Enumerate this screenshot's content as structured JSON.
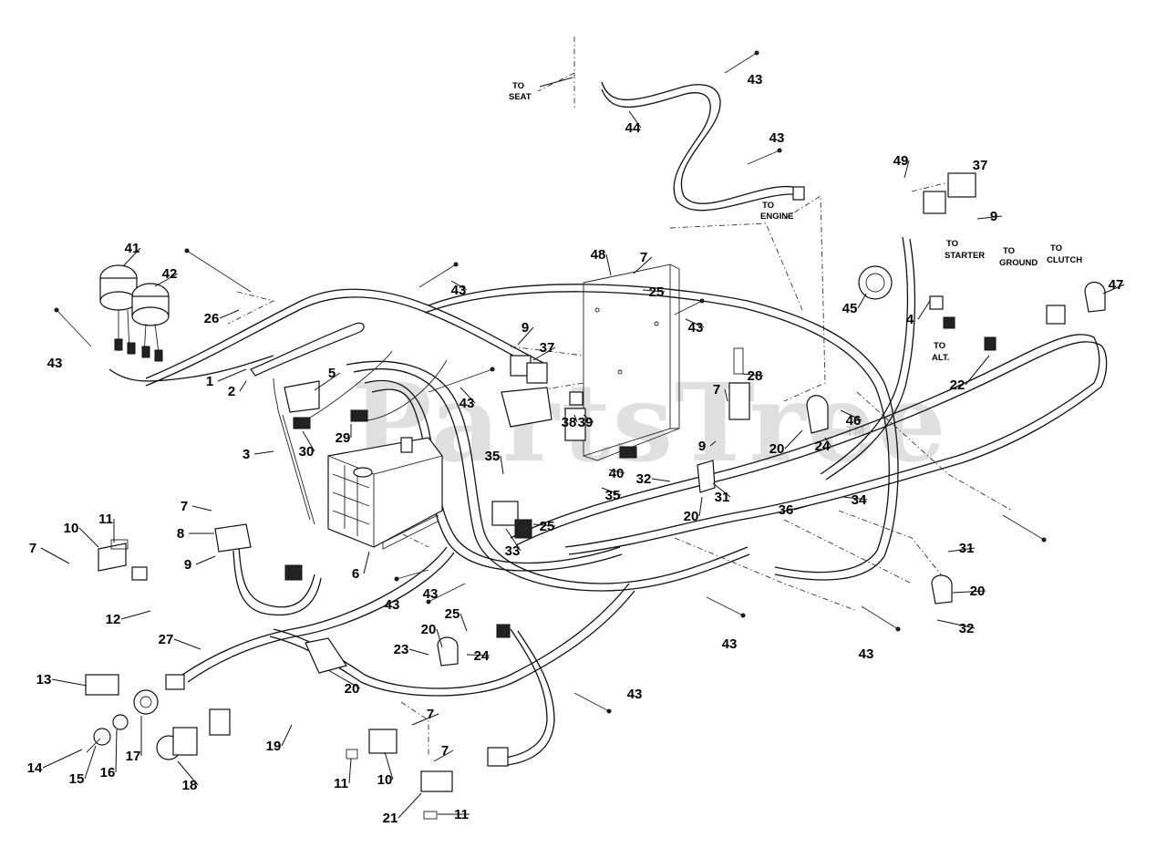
{
  "watermark": {
    "text": "PartsTree",
    "mark": "TM"
  },
  "callouts": {
    "to_seat": [
      "TO",
      "SEAT"
    ],
    "to_engine": [
      "TO",
      "ENGINE"
    ],
    "to_starter": [
      "TO",
      "STARTER"
    ],
    "to_ground": [
      "TO",
      "GROUND"
    ],
    "to_clutch": [
      "TO",
      "CLUTCH"
    ],
    "to_alt": [
      "TO",
      "ALT."
    ]
  },
  "part_labels": [
    {
      "id": "p43a",
      "text": "43"
    },
    {
      "id": "p44",
      "text": "44"
    },
    {
      "id": "p43b",
      "text": "43"
    },
    {
      "id": "p49",
      "text": "49"
    },
    {
      "id": "p37a",
      "text": "37"
    },
    {
      "id": "p9a",
      "text": "9"
    },
    {
      "id": "p41",
      "text": "41"
    },
    {
      "id": "p42",
      "text": "42"
    },
    {
      "id": "p26",
      "text": "26"
    },
    {
      "id": "p43c",
      "text": "43"
    },
    {
      "id": "p48",
      "text": "48"
    },
    {
      "id": "p7a",
      "text": "7"
    },
    {
      "id": "p25a",
      "text": "25"
    },
    {
      "id": "p43d",
      "text": "43"
    },
    {
      "id": "p45",
      "text": "45"
    },
    {
      "id": "p4",
      "text": "4"
    },
    {
      "id": "p47",
      "text": "47"
    },
    {
      "id": "p43e",
      "text": "43"
    },
    {
      "id": "p1",
      "text": "1"
    },
    {
      "id": "p5",
      "text": "5"
    },
    {
      "id": "p2",
      "text": "2"
    },
    {
      "id": "p9b",
      "text": "9"
    },
    {
      "id": "p37b",
      "text": "37"
    },
    {
      "id": "p43f",
      "text": "43"
    },
    {
      "id": "p38",
      "text": "38"
    },
    {
      "id": "p39",
      "text": "39"
    },
    {
      "id": "p28",
      "text": "28"
    },
    {
      "id": "p22",
      "text": "22"
    },
    {
      "id": "p29",
      "text": "29"
    },
    {
      "id": "p30",
      "text": "30"
    },
    {
      "id": "p3",
      "text": "3"
    },
    {
      "id": "p7b",
      "text": "7"
    },
    {
      "id": "p46",
      "text": "46"
    },
    {
      "id": "p20a",
      "text": "20"
    },
    {
      "id": "p24a",
      "text": "24"
    },
    {
      "id": "p9c",
      "text": "9"
    },
    {
      "id": "p35a",
      "text": "35"
    },
    {
      "id": "p40",
      "text": "40"
    },
    {
      "id": "p35b",
      "text": "35"
    },
    {
      "id": "p32a",
      "text": "32"
    },
    {
      "id": "p31a",
      "text": "31"
    },
    {
      "id": "p20b",
      "text": "20"
    },
    {
      "id": "p34",
      "text": "34"
    },
    {
      "id": "p36",
      "text": "36"
    },
    {
      "id": "p7c",
      "text": "7"
    },
    {
      "id": "p8",
      "text": "8"
    },
    {
      "id": "p9d",
      "text": "9"
    },
    {
      "id": "p11a",
      "text": "11"
    },
    {
      "id": "p10a",
      "text": "10"
    },
    {
      "id": "p7d",
      "text": "7"
    },
    {
      "id": "p6",
      "text": "6"
    },
    {
      "id": "p25b",
      "text": "25"
    },
    {
      "id": "p33",
      "text": "33"
    },
    {
      "id": "p43g",
      "text": "43"
    },
    {
      "id": "p43h",
      "text": "43"
    },
    {
      "id": "p31b",
      "text": "31"
    },
    {
      "id": "p20c",
      "text": "20"
    },
    {
      "id": "p32b",
      "text": "32"
    },
    {
      "id": "p12",
      "text": "12"
    },
    {
      "id": "p27",
      "text": "27"
    },
    {
      "id": "p25c",
      "text": "25"
    },
    {
      "id": "p20d",
      "text": "20"
    },
    {
      "id": "p23",
      "text": "23"
    },
    {
      "id": "p24b",
      "text": "24"
    },
    {
      "id": "p43i",
      "text": "43"
    },
    {
      "id": "p43j",
      "text": "43"
    },
    {
      "id": "p13",
      "text": "13"
    },
    {
      "id": "p20e",
      "text": "20"
    },
    {
      "id": "p43k",
      "text": "43"
    },
    {
      "id": "p7e",
      "text": "7"
    },
    {
      "id": "p14",
      "text": "14"
    },
    {
      "id": "p15",
      "text": "15"
    },
    {
      "id": "p16",
      "text": "16"
    },
    {
      "id": "p17",
      "text": "17"
    },
    {
      "id": "p18",
      "text": "18"
    },
    {
      "id": "p19",
      "text": "19"
    },
    {
      "id": "p11b",
      "text": "11"
    },
    {
      "id": "p10b",
      "text": "10"
    },
    {
      "id": "p7f",
      "text": "7"
    },
    {
      "id": "p21",
      "text": "21"
    },
    {
      "id": "p11c",
      "text": "11"
    }
  ]
}
